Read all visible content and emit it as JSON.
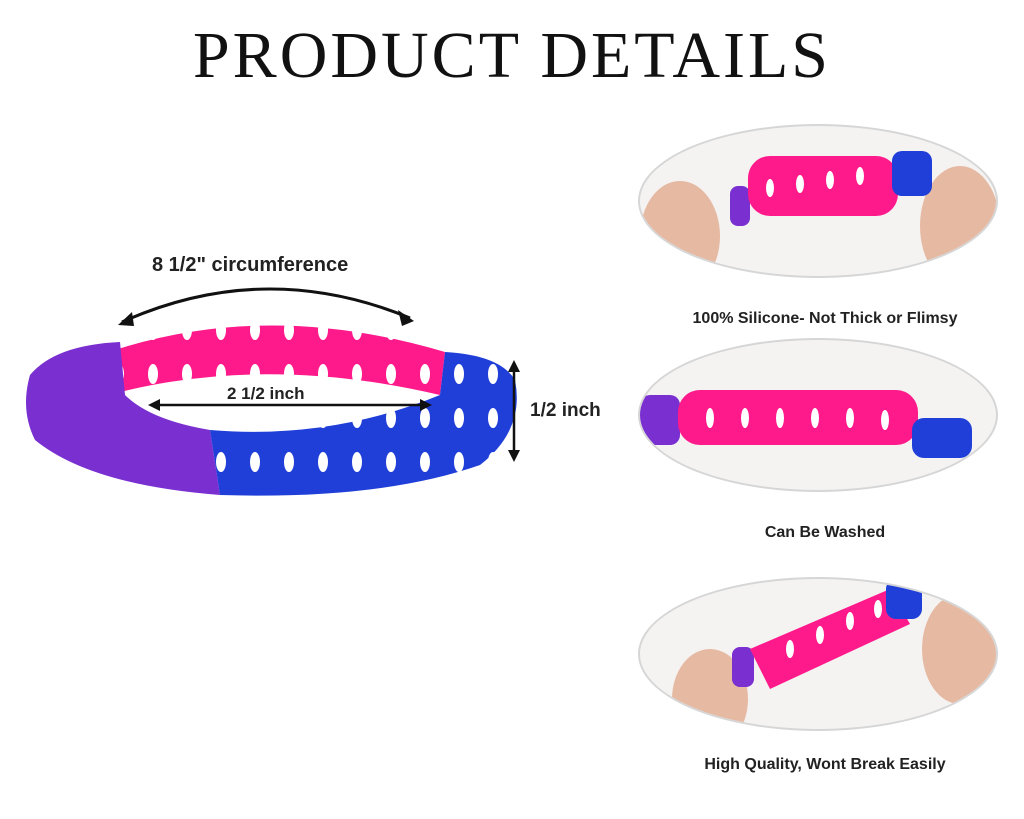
{
  "header": {
    "title": "PRODUCT DETAILS"
  },
  "dimensions": {
    "circumference": "8 1/2\" circumference",
    "width": "2 1/2 inch",
    "height": "1/2 inch"
  },
  "features": [
    {
      "caption": "100% Silicone- Not Thick or Flimsy"
    },
    {
      "caption": "Can Be Washed"
    },
    {
      "caption": "High Quality, Wont Break Easily"
    }
  ],
  "colors": {
    "pink": "#ff1a8c",
    "purple": "#7a2fd0",
    "blue": "#1f3fd8",
    "text": "#222222"
  }
}
